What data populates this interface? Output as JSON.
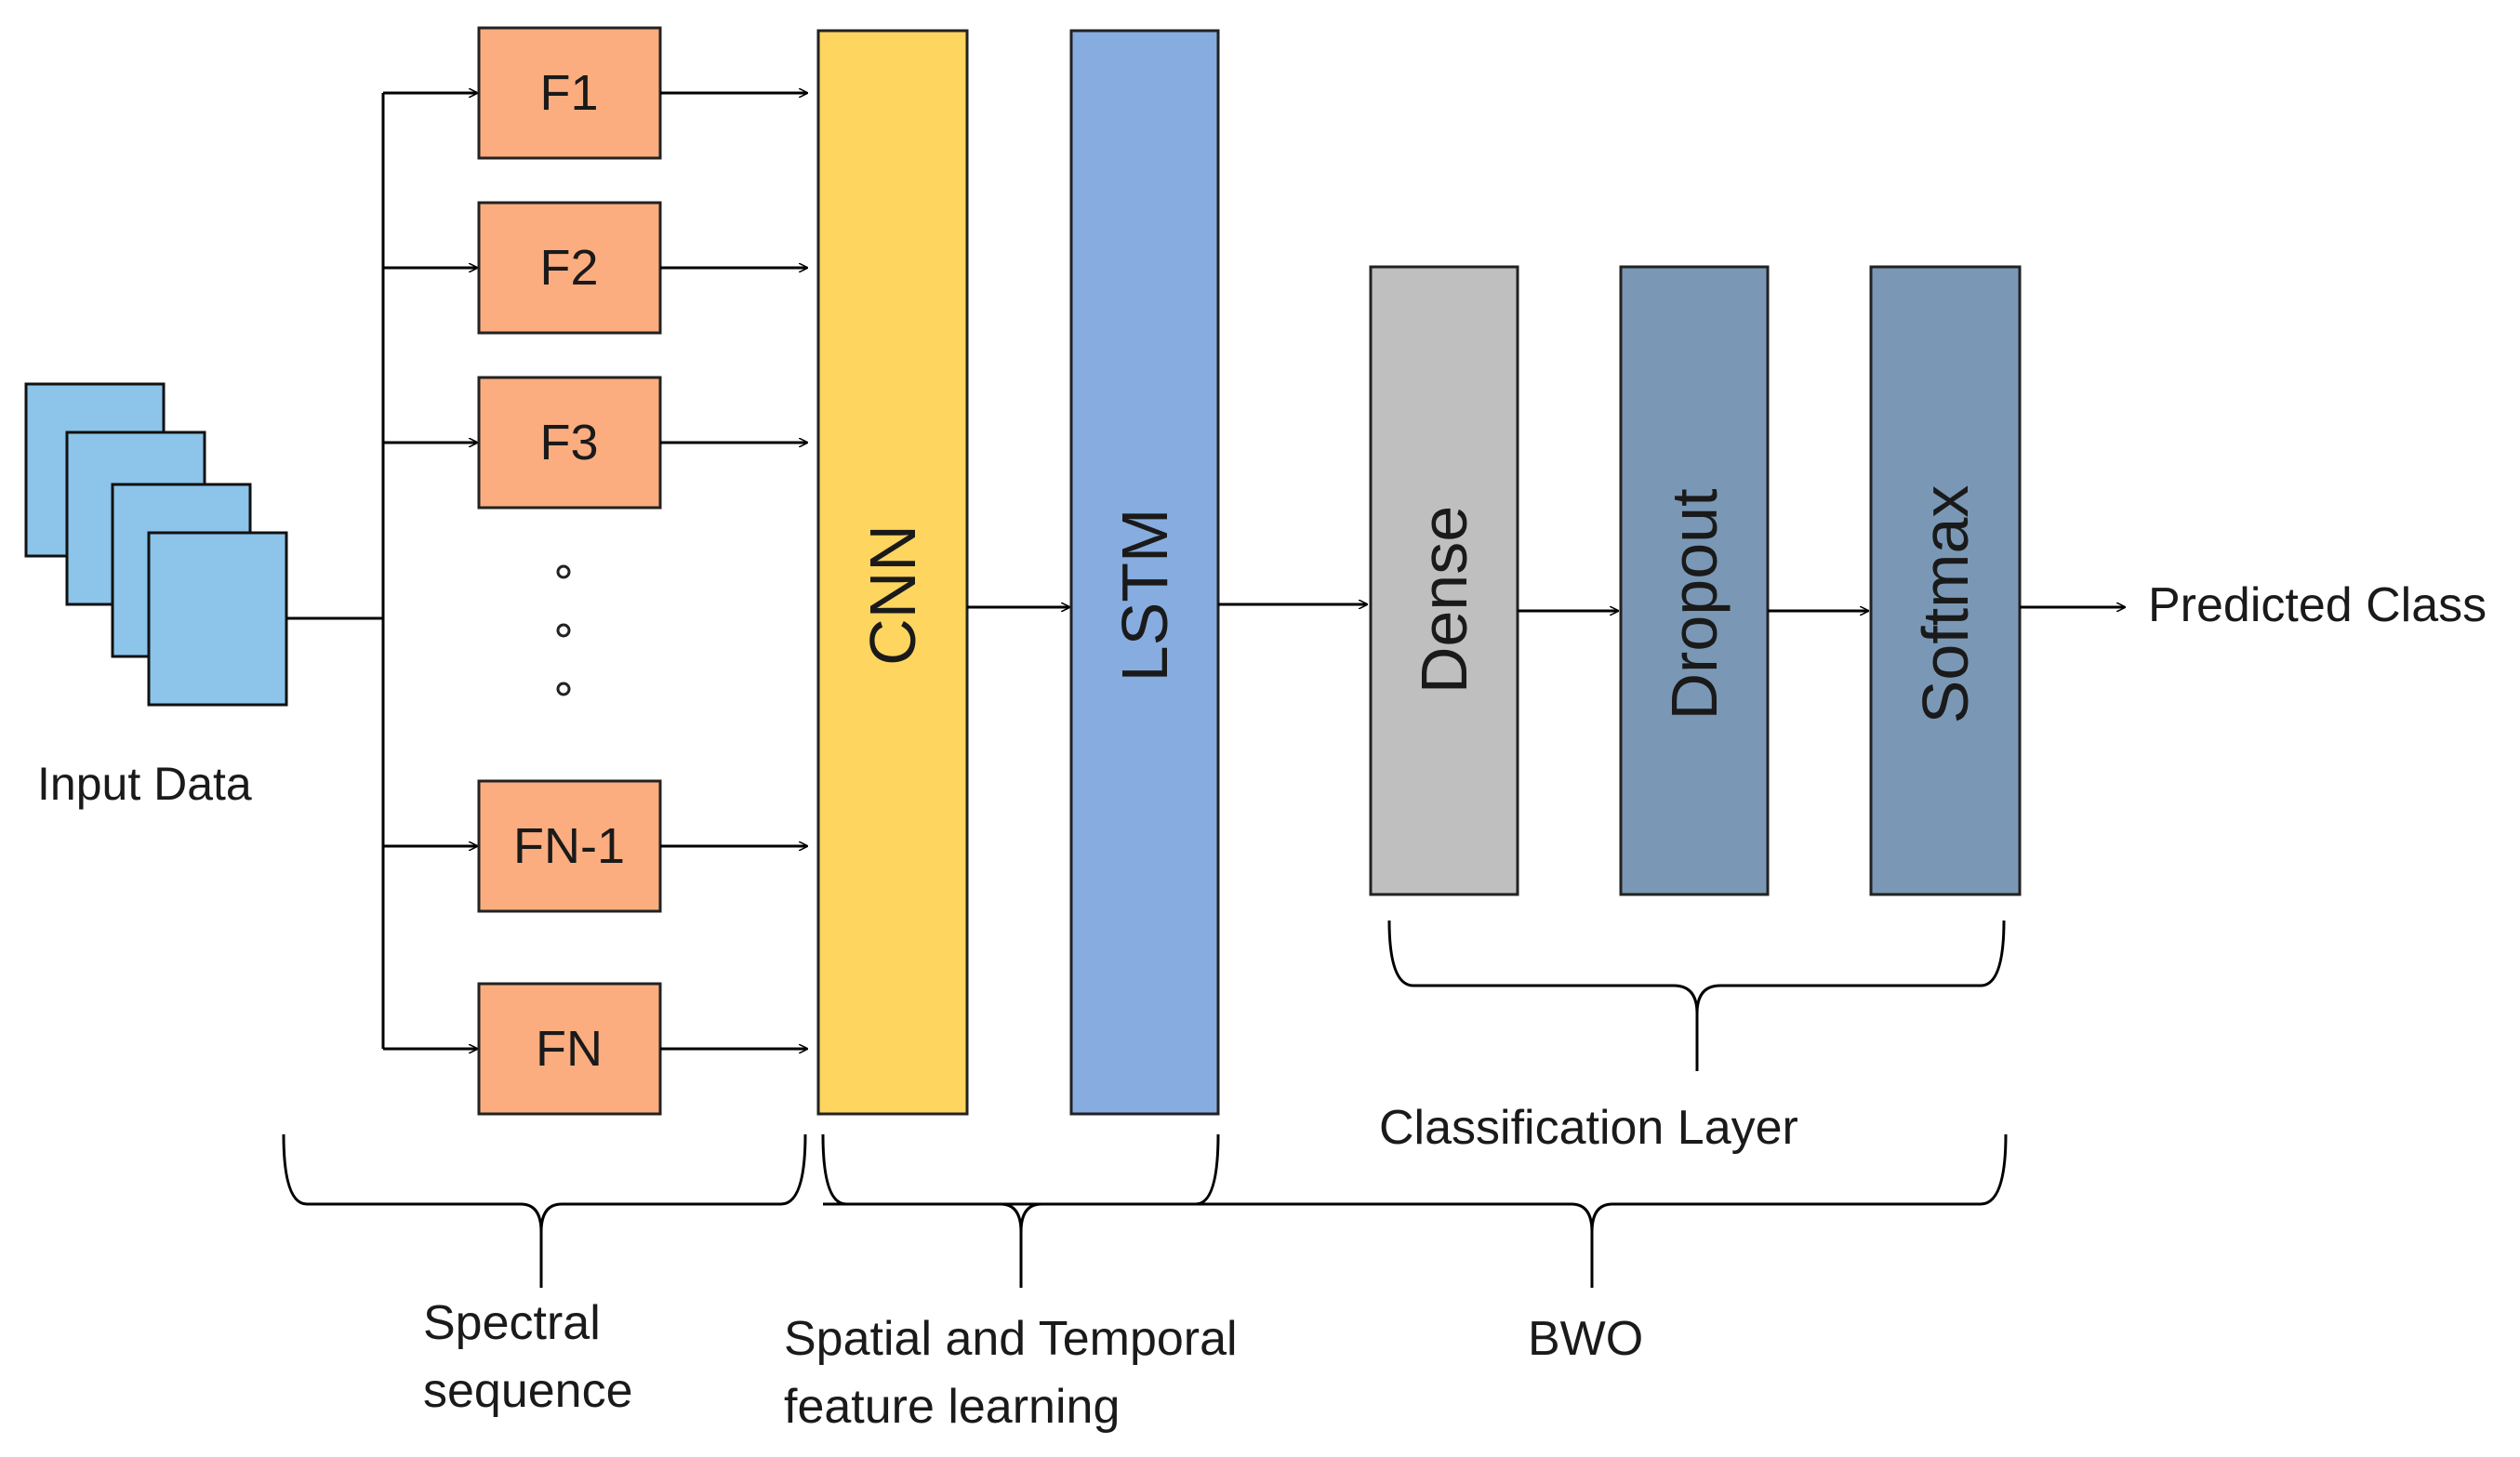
{
  "input": {
    "label": "Input Data",
    "color": "#8CC4EA"
  },
  "filters": {
    "color": "#FBAD7F",
    "items": [
      {
        "label": "F1"
      },
      {
        "label": "F2"
      },
      {
        "label": "F3"
      },
      {
        "label": "FN-1"
      },
      {
        "label": "FN"
      }
    ]
  },
  "layers": {
    "cnn": {
      "label": "CNN",
      "color": "#FED55E"
    },
    "lstm": {
      "label": "LSTM",
      "color": "#87ACDF"
    },
    "dense": {
      "label": "Dense",
      "color": "#BFBFBF"
    },
    "dropout": {
      "label": "Dropout",
      "color": "#7A98B5"
    },
    "softmax": {
      "label": "Softmax",
      "color": "#7A98B5"
    }
  },
  "output": {
    "label": "Predicted Class"
  },
  "groups": {
    "spectral": {
      "line1": "Spectral",
      "line2": "sequence"
    },
    "spatial": {
      "line1": "Spatial and Temporal",
      "line2": "feature learning"
    },
    "classification": {
      "label": "Classification Layer"
    },
    "bwo": {
      "label": "BWO"
    }
  }
}
